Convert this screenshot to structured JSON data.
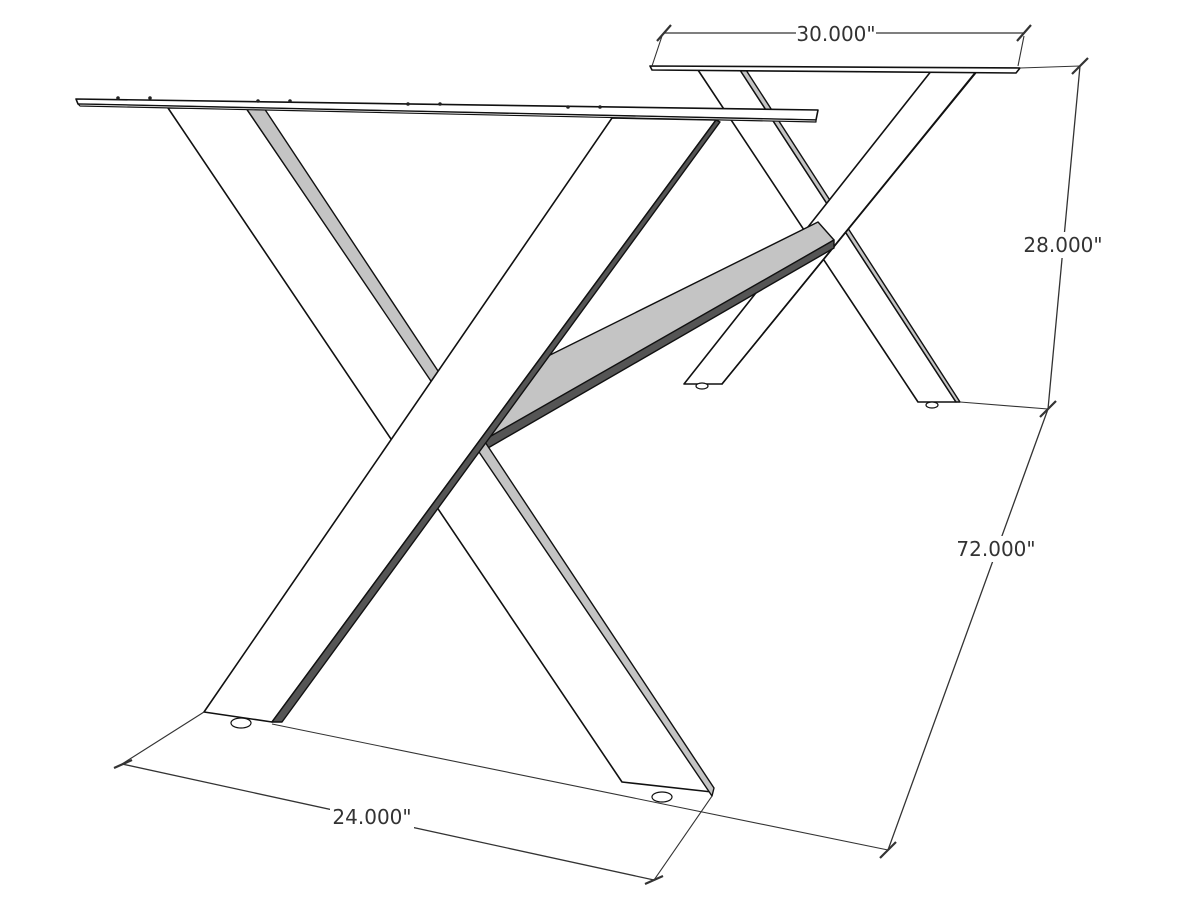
{
  "dimensions": {
    "width": "30.000\"",
    "height": "28.000\"",
    "length": "72.000\"",
    "depth": "24.000\""
  }
}
